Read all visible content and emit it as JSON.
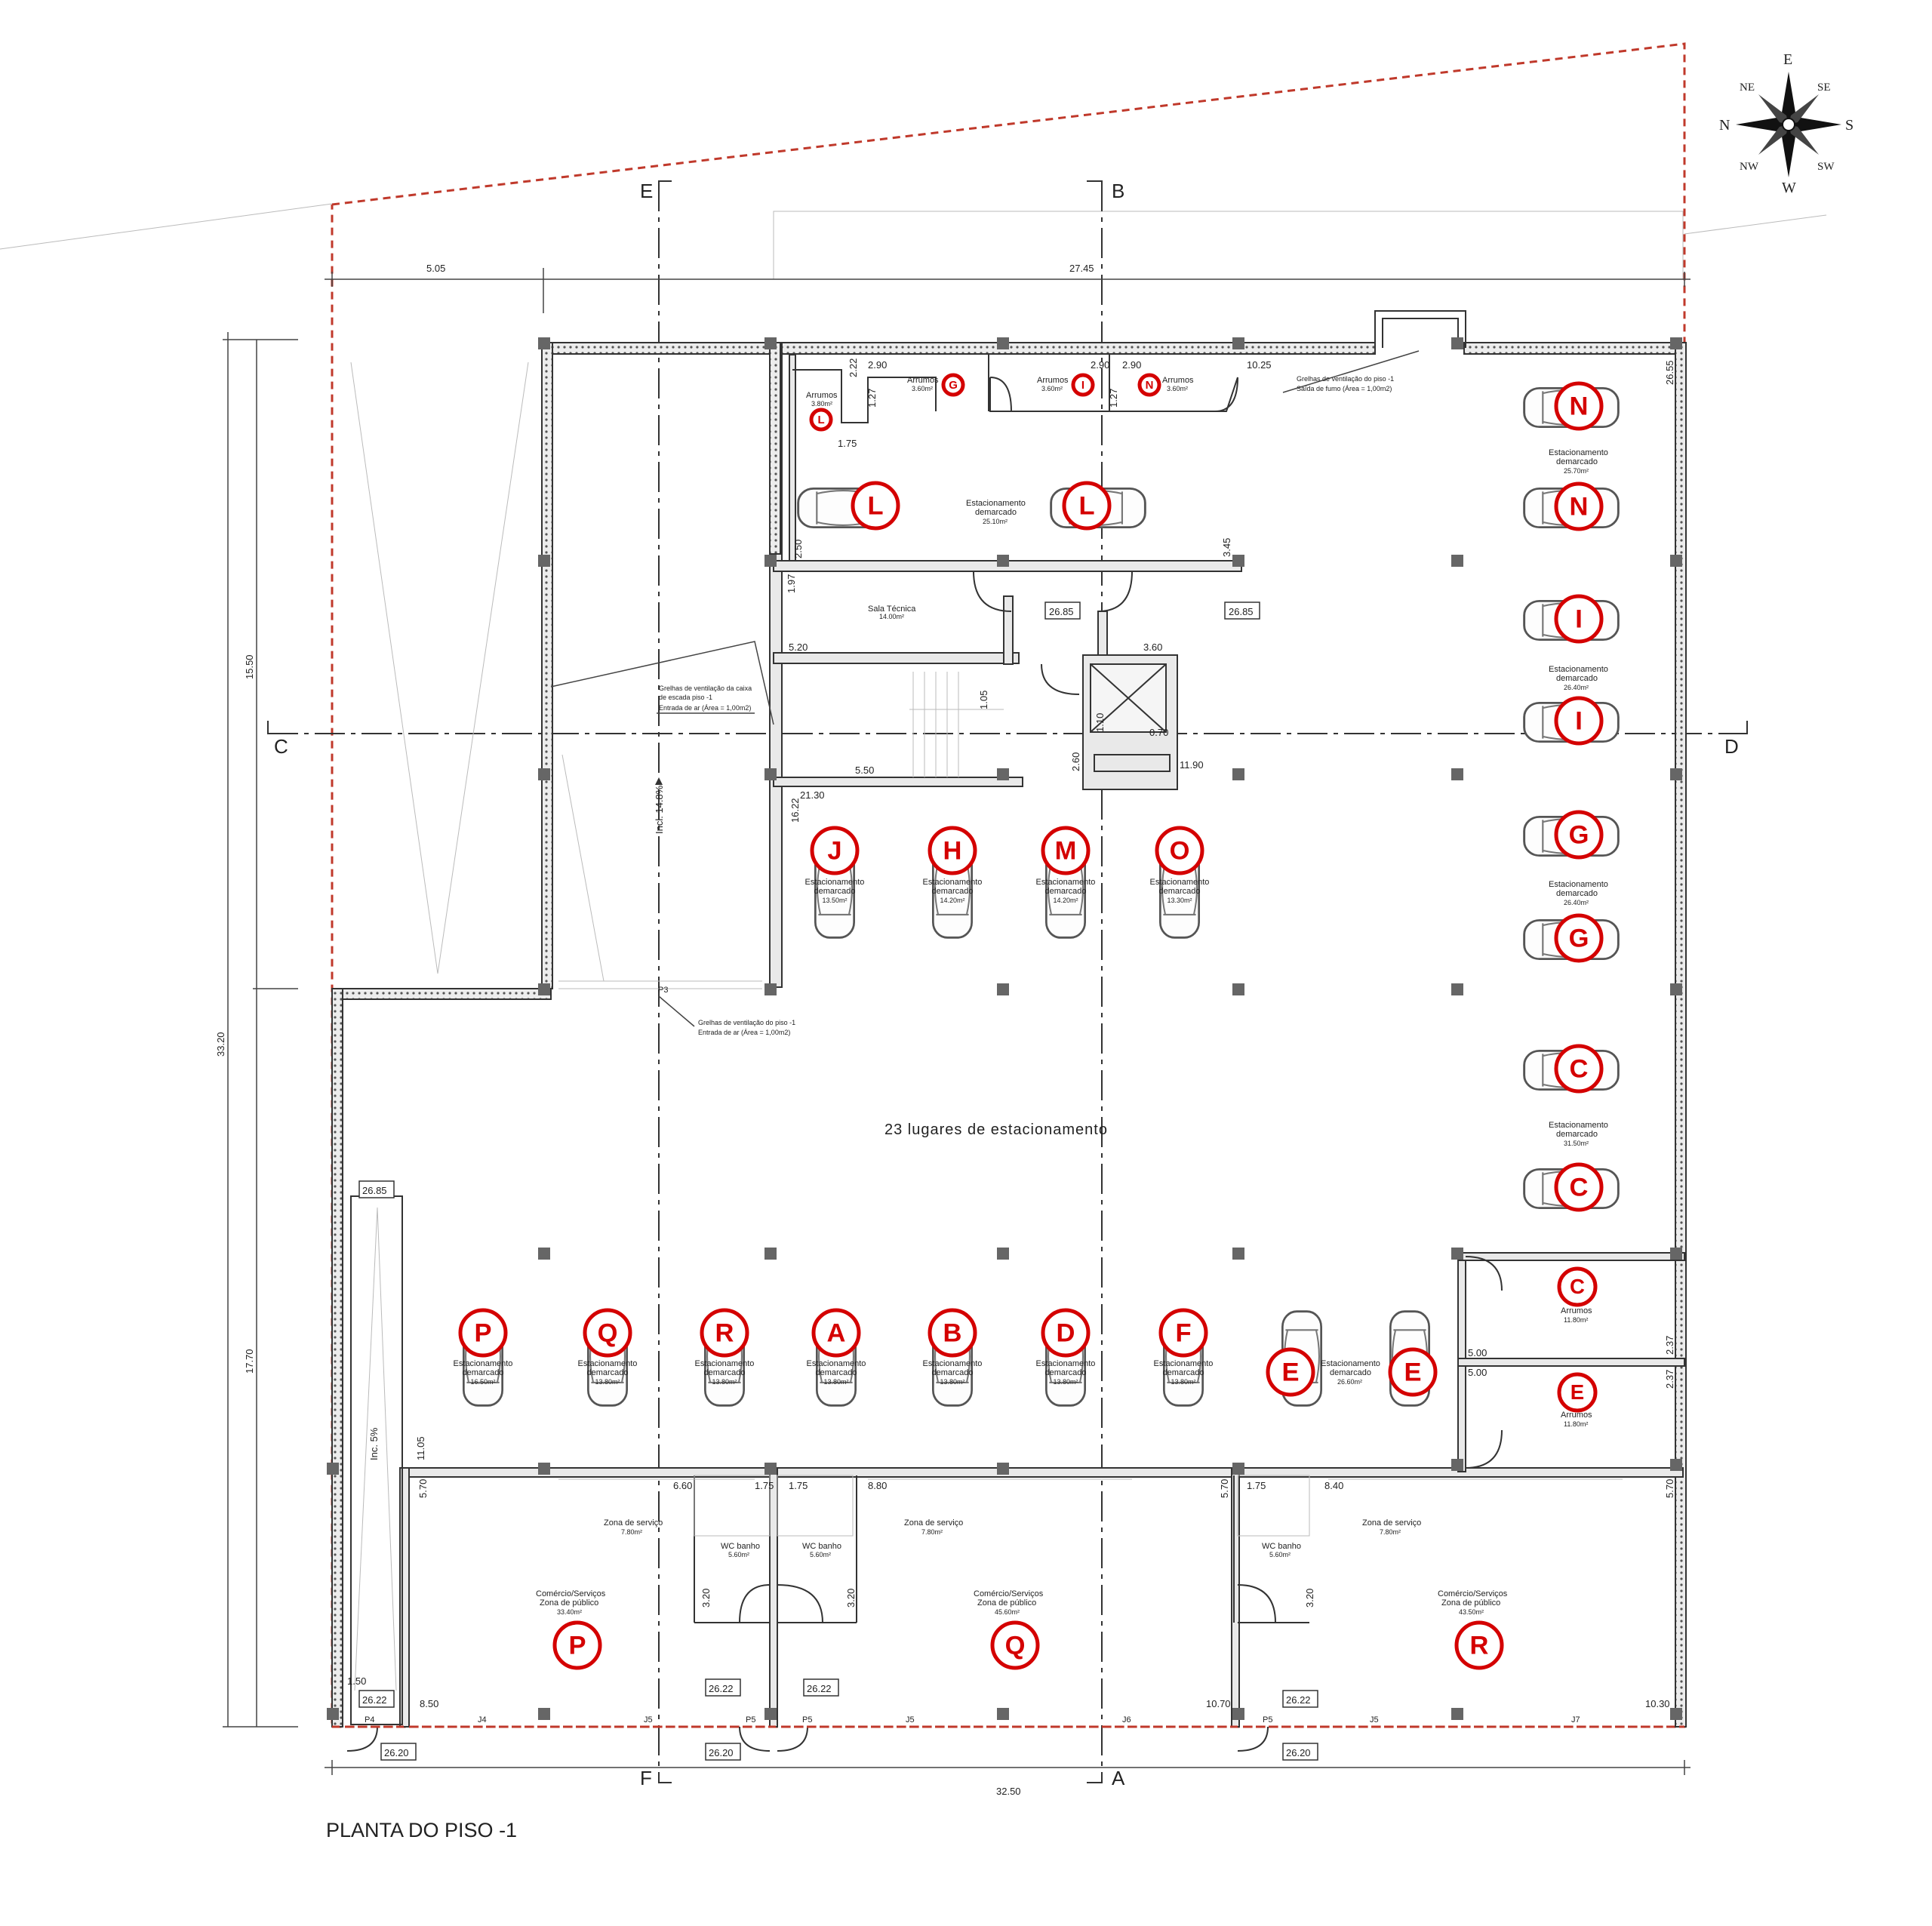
{
  "drawing_title": "PLANTA DO PISO -1",
  "parking_summary": "23 lugares de estacionamento",
  "colors": {
    "badge_red": "#d40000",
    "boundary_red": "#c0392b",
    "line": "#333333"
  },
  "compass": [
    "E",
    "NE",
    "SE",
    "N",
    "S",
    "NW",
    "SW",
    "W"
  ],
  "section_marks": {
    "top_left": "E",
    "top_right": "B",
    "bottom_left": "F",
    "bottom_right": "A",
    "left": "C",
    "right": "D"
  },
  "overall_dims": {
    "top_left": "5.05",
    "top_right": "27.45",
    "bottom": "32.50",
    "left_total": "33.20",
    "left_upper": "15.50",
    "left_lower": "17.70"
  },
  "ramps": {
    "main": "Incl. 14.8%",
    "side": "Inc. 5%"
  },
  "notes": {
    "vent_top_1": "Grelhas de ventilação do piso -1",
    "vent_top_2": "Saída de fumo (Área = 1,00m2)",
    "vent_stair_1": "Grelhas de ventilação da caixa",
    "vent_stair_2": "de escada piso -1",
    "vent_stair_3": "Entrada de ar (Área = 1,00m2)",
    "vent_mid_1": "Grelhas de ventilação do piso -1",
    "vent_mid_2": "Entrada de ar (Área = 1,00m2)",
    "p3": "P3"
  },
  "storage_top": [
    {
      "title": "Arrumos",
      "area": "3.80m²",
      "badge": "L"
    },
    {
      "title": "Arrumos",
      "area": "3.60m²",
      "badge": "G"
    },
    {
      "title": "Arrumos",
      "area": "3.60m²",
      "badge": "I"
    },
    {
      "title": "Arrumos",
      "area": "3.60m²",
      "badge": "N"
    }
  ],
  "technical_room": {
    "title": "Sala Técnica",
    "area": "14.00m²"
  },
  "spots": {
    "L_pair": {
      "badge": "L",
      "label": "Estacionamento",
      "label2": "demarcado",
      "area": "25.10m²"
    },
    "N_pair": {
      "badge": "N",
      "label": "Estacionamento",
      "label2": "demarcado",
      "area": "25.70m²"
    },
    "I_pair": {
      "badge": "I",
      "label": "Estacionamento",
      "label2": "demarcado",
      "area": "26.40m²"
    },
    "G_pair": {
      "badge": "G",
      "label": "Estacionamento",
      "label2": "demarcado",
      "area": "26.40m²"
    },
    "C_pair": {
      "badge": "C",
      "label": "Estacionamento",
      "label2": "demarcado",
      "area": "31.50m²"
    },
    "mid": [
      {
        "badge": "J",
        "label": "Estacionamento",
        "label2": "demarcado",
        "area": "13.50m²"
      },
      {
        "badge": "H",
        "label": "Estacionamento",
        "label2": "demarcado",
        "area": "14.20m²"
      },
      {
        "badge": "M",
        "label": "Estacionamento",
        "label2": "demarcado",
        "area": "14.20m²"
      },
      {
        "badge": "O",
        "label": "Estacionamento",
        "label2": "demarcado",
        "area": "13.30m²"
      }
    ],
    "bottom": [
      {
        "badge": "P",
        "label": "Estacionamento",
        "label2": "demarcado",
        "area": "16.50m²"
      },
      {
        "badge": "Q",
        "label": "Estacionamento",
        "label2": "demarcado",
        "area": "13.80m²"
      },
      {
        "badge": "R",
        "label": "Estacionamento",
        "label2": "demarcado",
        "area": "13.80m²"
      },
      {
        "badge": "A",
        "label": "Estacionamento",
        "label2": "demarcado",
        "area": "13.80m²"
      },
      {
        "badge": "B",
        "label": "Estacionamento",
        "label2": "demarcado",
        "area": "13.80m²"
      },
      {
        "badge": "D",
        "label": "Estacionamento",
        "label2": "demarcado",
        "area": "13.80m²"
      },
      {
        "badge": "F",
        "label": "Estacionamento",
        "label2": "demarcado",
        "area": "13.80m²"
      }
    ],
    "E_pair": {
      "badge": "E",
      "label": "Estacionamento",
      "label2": "demarcado",
      "area": "26.60m²"
    }
  },
  "storage_right": [
    {
      "badge": "C",
      "title": "Arrumos",
      "area": "11.80m²"
    },
    {
      "badge": "E",
      "title": "Arrumos",
      "area": "11.80m²"
    }
  ],
  "shops": [
    {
      "badge": "P",
      "title": "Comércio/Serviços",
      "title2": "Zona de público",
      "area": "33.40m²"
    },
    {
      "badge": "Q",
      "title": "Comércio/Serviços",
      "title2": "Zona de público",
      "area": "45.60m²"
    },
    {
      "badge": "R",
      "title": "Comércio/Serviços",
      "title2": "Zona de público",
      "area": "43.50m²"
    }
  ],
  "service_zones": [
    {
      "title": "Zona de serviço",
      "area": "7.80m²"
    },
    {
      "title": "Zona de serviço",
      "area": "7.80m²"
    },
    {
      "title": "Zona de serviço",
      "area": "7.80m²"
    }
  ],
  "wc": [
    {
      "title": "WC banho",
      "area": "5.60m²"
    },
    {
      "title": "WC banho",
      "area": "5.60m²"
    },
    {
      "title": "WC banho",
      "area": "5.60m²"
    }
  ],
  "levels": {
    "l2685": "26.85",
    "l2622": "26.22",
    "l2620": "26.20"
  },
  "pillars": {
    "p4": "P4",
    "p5": "P5"
  },
  "beams": {
    "j4": "J4",
    "j5": "J5",
    "j6": "J6",
    "j7": "J7"
  },
  "dims": {
    "d290": "2.90",
    "d222": "2.22",
    "d127": "1.27",
    "d175": "1.75",
    "d1025": "10.25",
    "d2655": "26.55",
    "d250": "2.50",
    "d345": "3.45",
    "d197": "1.97",
    "d520": "5.20",
    "d360": "3.60",
    "d105": "1.05",
    "d110": "1.10",
    "d070": "0.70",
    "d260": "2.60",
    "d550": "5.50",
    "d1190": "11.90",
    "d2130": "21.30",
    "d1622": "16.22",
    "d1105": "11.05",
    "d570": "5.70",
    "d660": "6.60",
    "d880": "8.80",
    "d840": "8.40",
    "d320": "3.20",
    "d150": "1.50",
    "d850": "8.50",
    "d1070": "10.70",
    "d1030": "10.30",
    "d500": "5.00",
    "d237": "2.37"
  }
}
